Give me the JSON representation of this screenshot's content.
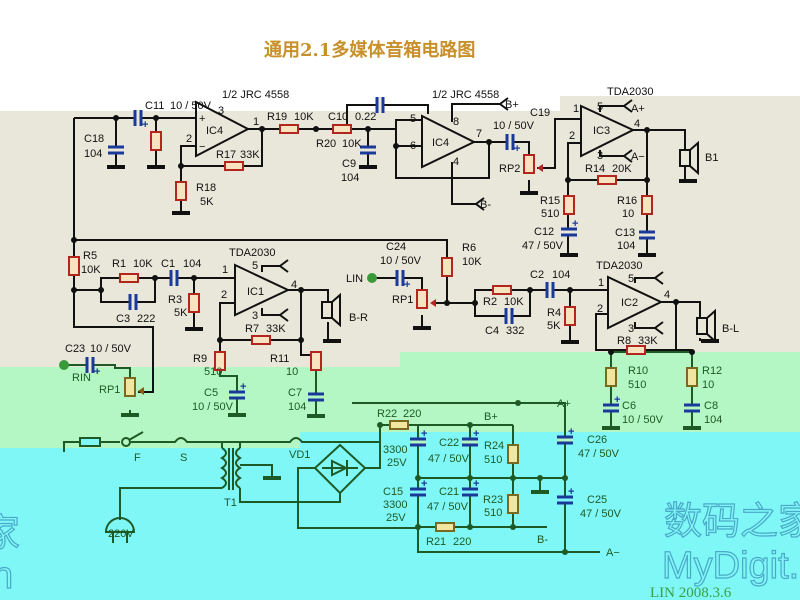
{
  "title": "通用2.1多媒体音箱电路图",
  "colors": {
    "title": "#c8902a",
    "wire": "#111111",
    "wire_lower": "#1d5a25",
    "resistor": "#b3261e",
    "capacitor": "#1a3a9a",
    "node_input": "#3a9a3a",
    "bg_beige": "#e9e7d9",
    "bg_green": "#b4f7c4",
    "bg_cyan": "#80f7f7"
  },
  "labels": {
    "jrc1": "1/2 JRC 4558",
    "jrc2": "1/2 JRC 4558",
    "c11": "C11",
    "c11v": "10 / 50V",
    "c18": "C18",
    "c18v": "104",
    "ic4a": "IC4",
    "ic4a_p3": "3",
    "ic4a_p2": "2",
    "ic4a_p1": "1",
    "plus": "+",
    "minus": "−",
    "r19": "R19",
    "r19v": "10K",
    "c10": "C10",
    "c10v": "0.22",
    "r20": "R20",
    "r20v": "10K",
    "c9": "C9",
    "c9v": "104",
    "r17": "R17",
    "r17v": "33K",
    "r18": "R18",
    "r18v": "5K",
    "ic4b": "IC4",
    "ic4b_p5": "5",
    "ic4b_p6": "6",
    "ic4b_p8": "8",
    "ic4b_p4": "4",
    "ic4b_p7": "7",
    "bplus": "B+",
    "bminus": "B-",
    "c19": "C19",
    "c19v": "10 / 50V",
    "rp2": "RP2",
    "tda3": "TDA2030",
    "ic3": "IC3",
    "ic3_p5": "5",
    "ic3_p4": "4",
    "ic3_p2": "2",
    "ic3_p3": "3",
    "ic3_p1": "1",
    "aplus": "A+",
    "aminus": "A−",
    "r14": "R14",
    "r14v": "20K",
    "r15": "R15",
    "r15v": "510",
    "r16": "R16",
    "r16v": "10",
    "c12": "C12",
    "c12v": "47 / 50V",
    "c13": "C13",
    "c13v": "104",
    "b1": "B1",
    "r5": "R5",
    "r5v": "10K",
    "r1": "R1",
    "r1v": "10K",
    "c1": "C1",
    "c1v": "104",
    "c3": "C3",
    "c3v": "222",
    "r3": "R3",
    "r3v": "5K",
    "tda1": "TDA2030",
    "ic1": "IC1",
    "ic1_p1": "1",
    "ic1_p2": "2",
    "ic1_p5": "5",
    "ic1_p3": "3",
    "ic1_p4": "4",
    "r7": "R7",
    "r7v": "33K",
    "br": "B-R",
    "c24": "C24",
    "c24v": "10 / 50V",
    "lin": "LIN",
    "r6": "R6",
    "r6v": "10K",
    "rp1b": "RP1",
    "r2": "R2",
    "r2v": "10K",
    "c4": "C4",
    "c4v": "332",
    "c2": "C2",
    "c2v": "104",
    "r4": "R4",
    "r4v": "5K",
    "tda2": "TDA2030",
    "ic2": "IC2",
    "ic2_p1": "1",
    "ic2_p2": "2",
    "ic2_p5": "5",
    "ic2_p3": "3",
    "ic2_p4": "4",
    "r8": "R8",
    "r8v": "33K",
    "bl": "B-L",
    "c23": "C23",
    "c23v": "10 / 50V",
    "rin": "RIN",
    "rp1": "RP1",
    "r9": "R9",
    "r9v": "510",
    "r11": "R11",
    "r11v": "10",
    "c5": "C5",
    "c5v": "10 / 50V",
    "c7": "C7",
    "c7v": "104",
    "r10": "R10",
    "r10v": "510",
    "r12": "R12",
    "r12v": "10",
    "c6": "C6",
    "c6v": "10 / 50V",
    "c8": "C8",
    "c8v": "104",
    "r22": "R22",
    "r22v": "220",
    "bplus2": "B+",
    "aplus2": "A+",
    "f": "F",
    "s": "S",
    "t1": "T1",
    "vd1": "VD1",
    "v220": "220V",
    "c14v": "3300",
    "c14u": "25V",
    "c15": "C15",
    "c15v": "3300",
    "c15u": "25V",
    "c22": "C22",
    "c22v": "47 / 50V",
    "r24": "R24",
    "r24v": "510",
    "c26": "C26",
    "c26v": "47 / 50V",
    "c21": "C21",
    "c21v": "47 / 50V",
    "r23": "R23",
    "r23v": "510",
    "c25": "C25",
    "c25v": "47 / 50V",
    "r21": "R21",
    "r21v": "220",
    "bminus2": "B-",
    "aminus2": "A−",
    "signature": "LIN  2008.3.6"
  },
  "watermark": {
    "cn": "数码之家",
    "en": "MyDigit.cn",
    "edge_cn": "家",
    "edge_en": "n"
  }
}
